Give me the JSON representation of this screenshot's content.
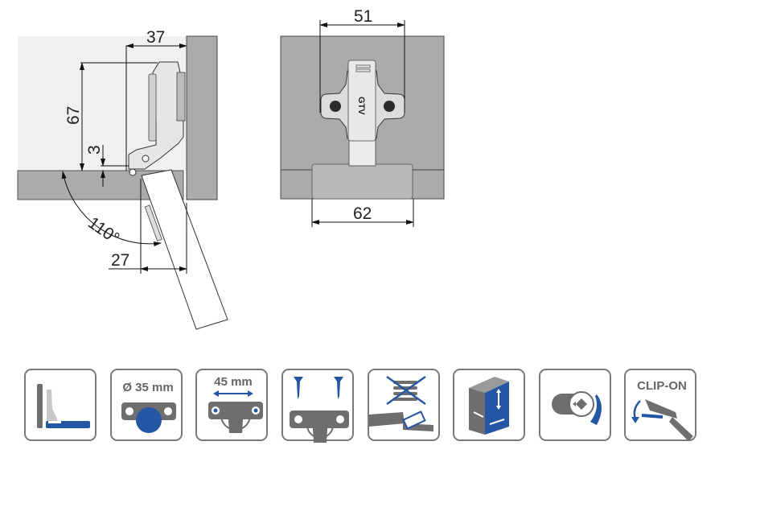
{
  "side_view": {
    "dim_depth": "37",
    "dim_height": "67",
    "dim_overlay": "3",
    "dim_angle": "110°",
    "dim_clearance": "27"
  },
  "front_view": {
    "dim_hole_spacing": "51",
    "dim_plate_width": "62",
    "brand_mark": "GTV"
  },
  "feature_icons": [
    {
      "name": "full-overlay",
      "label": ""
    },
    {
      "name": "cup-diameter",
      "label": "Ø 35 mm"
    },
    {
      "name": "screw-spacing",
      "label": "45 mm"
    },
    {
      "name": "screw-fixing",
      "label": ""
    },
    {
      "name": "no-spring-soft-close",
      "label": ""
    },
    {
      "name": "3d-adjustment",
      "label": ""
    },
    {
      "name": "cam-adjustment",
      "label": ""
    },
    {
      "name": "clip-on",
      "label": "CLIP-ON"
    }
  ],
  "colors": {
    "accent_blue": "#2556a3",
    "icon_gray": "#6e6e6e",
    "panel_gray": "#ababab"
  }
}
